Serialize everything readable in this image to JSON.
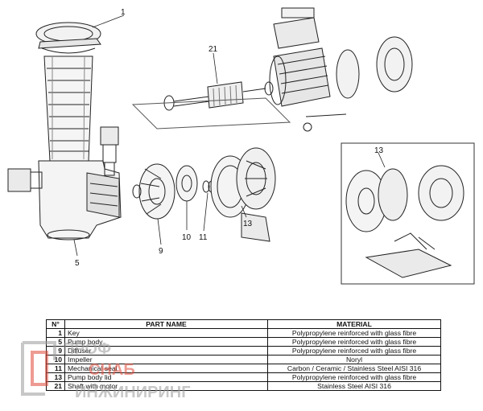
{
  "callouts": {
    "c1": "1",
    "c5": "5",
    "c9": "9",
    "c10": "10",
    "c11": "11",
    "c13": "13",
    "c13_detail": "13",
    "c21": "21"
  },
  "table": {
    "headers": [
      "N°",
      "PART NAME",
      "MATERIAL"
    ],
    "rows": [
      {
        "num": "1",
        "name": "Key",
        "material": "Polypropylene reinforced with glass fibre"
      },
      {
        "num": "5",
        "name": "Pump body",
        "material": "Polypropylene reinforced with glass fibre"
      },
      {
        "num": "9",
        "name": "Diffuser",
        "material": "Polypropylene reinforced with glass fibre"
      },
      {
        "num": "10",
        "name": "Impeller",
        "material": "Noryl"
      },
      {
        "num": "11",
        "name": "Mechanical seal",
        "material": "Carbon / Ceramic / Stainless Steel AISI 316"
      },
      {
        "num": "13",
        "name": "Pump body lid",
        "material": "Polypropylene reinforced with glass fibre"
      },
      {
        "num": "21",
        "name": "Shaft with motor",
        "material": "Stainless Steel AISI 316"
      }
    ]
  },
  "watermark": {
    "line1": "ПРОФ",
    "line2": "СНАБ",
    "line3": "ИНЖИНИРИНГ",
    "color": "#e04a3a"
  }
}
